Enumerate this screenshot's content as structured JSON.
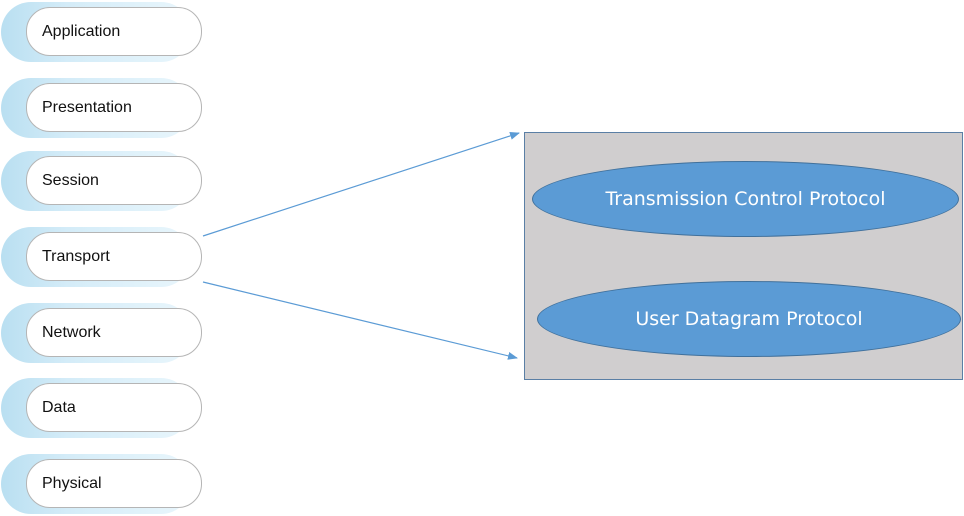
{
  "osi_layers": [
    {
      "label": "Application"
    },
    {
      "label": "Presentation"
    },
    {
      "label": "Session"
    },
    {
      "label": "Transport"
    },
    {
      "label": "Network"
    },
    {
      "label": "Data"
    },
    {
      "label": "Physical"
    }
  ],
  "protocols": {
    "tcp": "Transmission Control Protocol",
    "udp": "User Datagram Protocol"
  },
  "colors": {
    "layer_shadow": "#b9dff1",
    "layer_border": "#b5b5b5",
    "box_fill": "#d0cecf",
    "box_border": "#5a7fa5",
    "ellipse_fill": "#5b9bd5",
    "ellipse_border": "#41719c",
    "arrow": "#5b9bd5"
  }
}
